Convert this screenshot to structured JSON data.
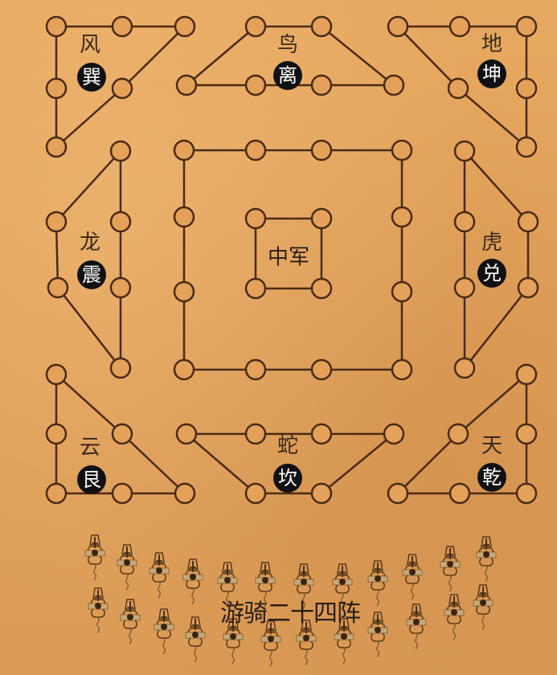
{
  "diagram": {
    "title": "游骑二十四阵",
    "center_label": "中军",
    "colors": {
      "background": "#e3a15a",
      "line": "#4a2a12",
      "badge": "#111111",
      "text": "#3a2a1c"
    },
    "formations": [
      {
        "id": "xun",
        "name": "风",
        "trigram": "巽",
        "position": "top-left"
      },
      {
        "id": "li",
        "name": "鸟",
        "trigram": "离",
        "position": "top-center"
      },
      {
        "id": "kun",
        "name": "地",
        "trigram": "坤",
        "position": "top-right"
      },
      {
        "id": "zhen",
        "name": "龙",
        "trigram": "震",
        "position": "middle-left"
      },
      {
        "id": "dui",
        "name": "虎",
        "trigram": "兑",
        "position": "middle-right"
      },
      {
        "id": "gen",
        "name": "云",
        "trigram": "艮",
        "position": "bottom-left"
      },
      {
        "id": "kan",
        "name": "蛇",
        "trigram": "坎",
        "position": "bottom-center"
      },
      {
        "id": "qian",
        "name": "天",
        "trigram": "乾",
        "position": "bottom-right"
      }
    ],
    "cavalry_count": 24
  }
}
